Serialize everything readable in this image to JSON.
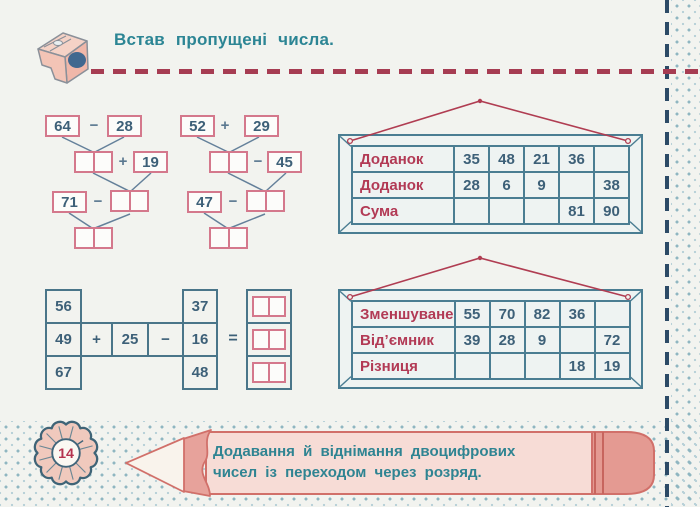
{
  "header": {
    "title": "Встав пропущені числа.",
    "icon": "pencil-sharpener"
  },
  "cascade_left": {
    "a": "64",
    "op1": "−",
    "b": "28",
    "op2": "+",
    "c": "19",
    "d": "71",
    "op3": "−"
  },
  "cascade_right": {
    "a": "52",
    "op1": "+",
    "b": "29",
    "op2": "−",
    "c": "45",
    "d": "47",
    "op3": "−"
  },
  "addition_table": {
    "rows": [
      {
        "label": "Доданок",
        "values": [
          "35",
          "48",
          "21",
          "36",
          ""
        ]
      },
      {
        "label": "Доданок",
        "values": [
          "28",
          "6",
          "9",
          "",
          "38"
        ]
      },
      {
        "label": "Сума",
        "values": [
          "",
          "",
          "",
          "81",
          "90"
        ]
      }
    ]
  },
  "subtraction_table": {
    "rows": [
      {
        "label": "Зменшуване",
        "values": [
          "55",
          "70",
          "82",
          "36",
          ""
        ]
      },
      {
        "label": "Від’ємник",
        "values": [
          "39",
          "28",
          "9",
          "",
          "72"
        ]
      },
      {
        "label": "Різниця",
        "values": [
          "",
          "",
          "",
          "18",
          "19"
        ]
      }
    ]
  },
  "chain": {
    "left_column": [
      "56",
      "49",
      "67"
    ],
    "op1": "+",
    "middle": "25",
    "op2": "−",
    "right_column": [
      "37",
      "16",
      "48"
    ],
    "equals": "="
  },
  "footer": {
    "page_number": "14",
    "caption_line1": "Додавання й віднімання двоцифрових",
    "caption_line2": "чисел із переходом через розряд.",
    "badge_icon": "pencil-shavings",
    "banner_icon": "pencil"
  },
  "colors": {
    "title_teal": "#2c8594",
    "label_red": "#b23a55",
    "number_blue": "#3d6078",
    "box_border_red": "#d4788c",
    "table_border_teal": "#4a7d92",
    "string_red": "#b03d52",
    "pencil_pink": "#f7dcd6",
    "dashed_red": "#a63c52",
    "dashed_navy": "#2c4a66"
  }
}
